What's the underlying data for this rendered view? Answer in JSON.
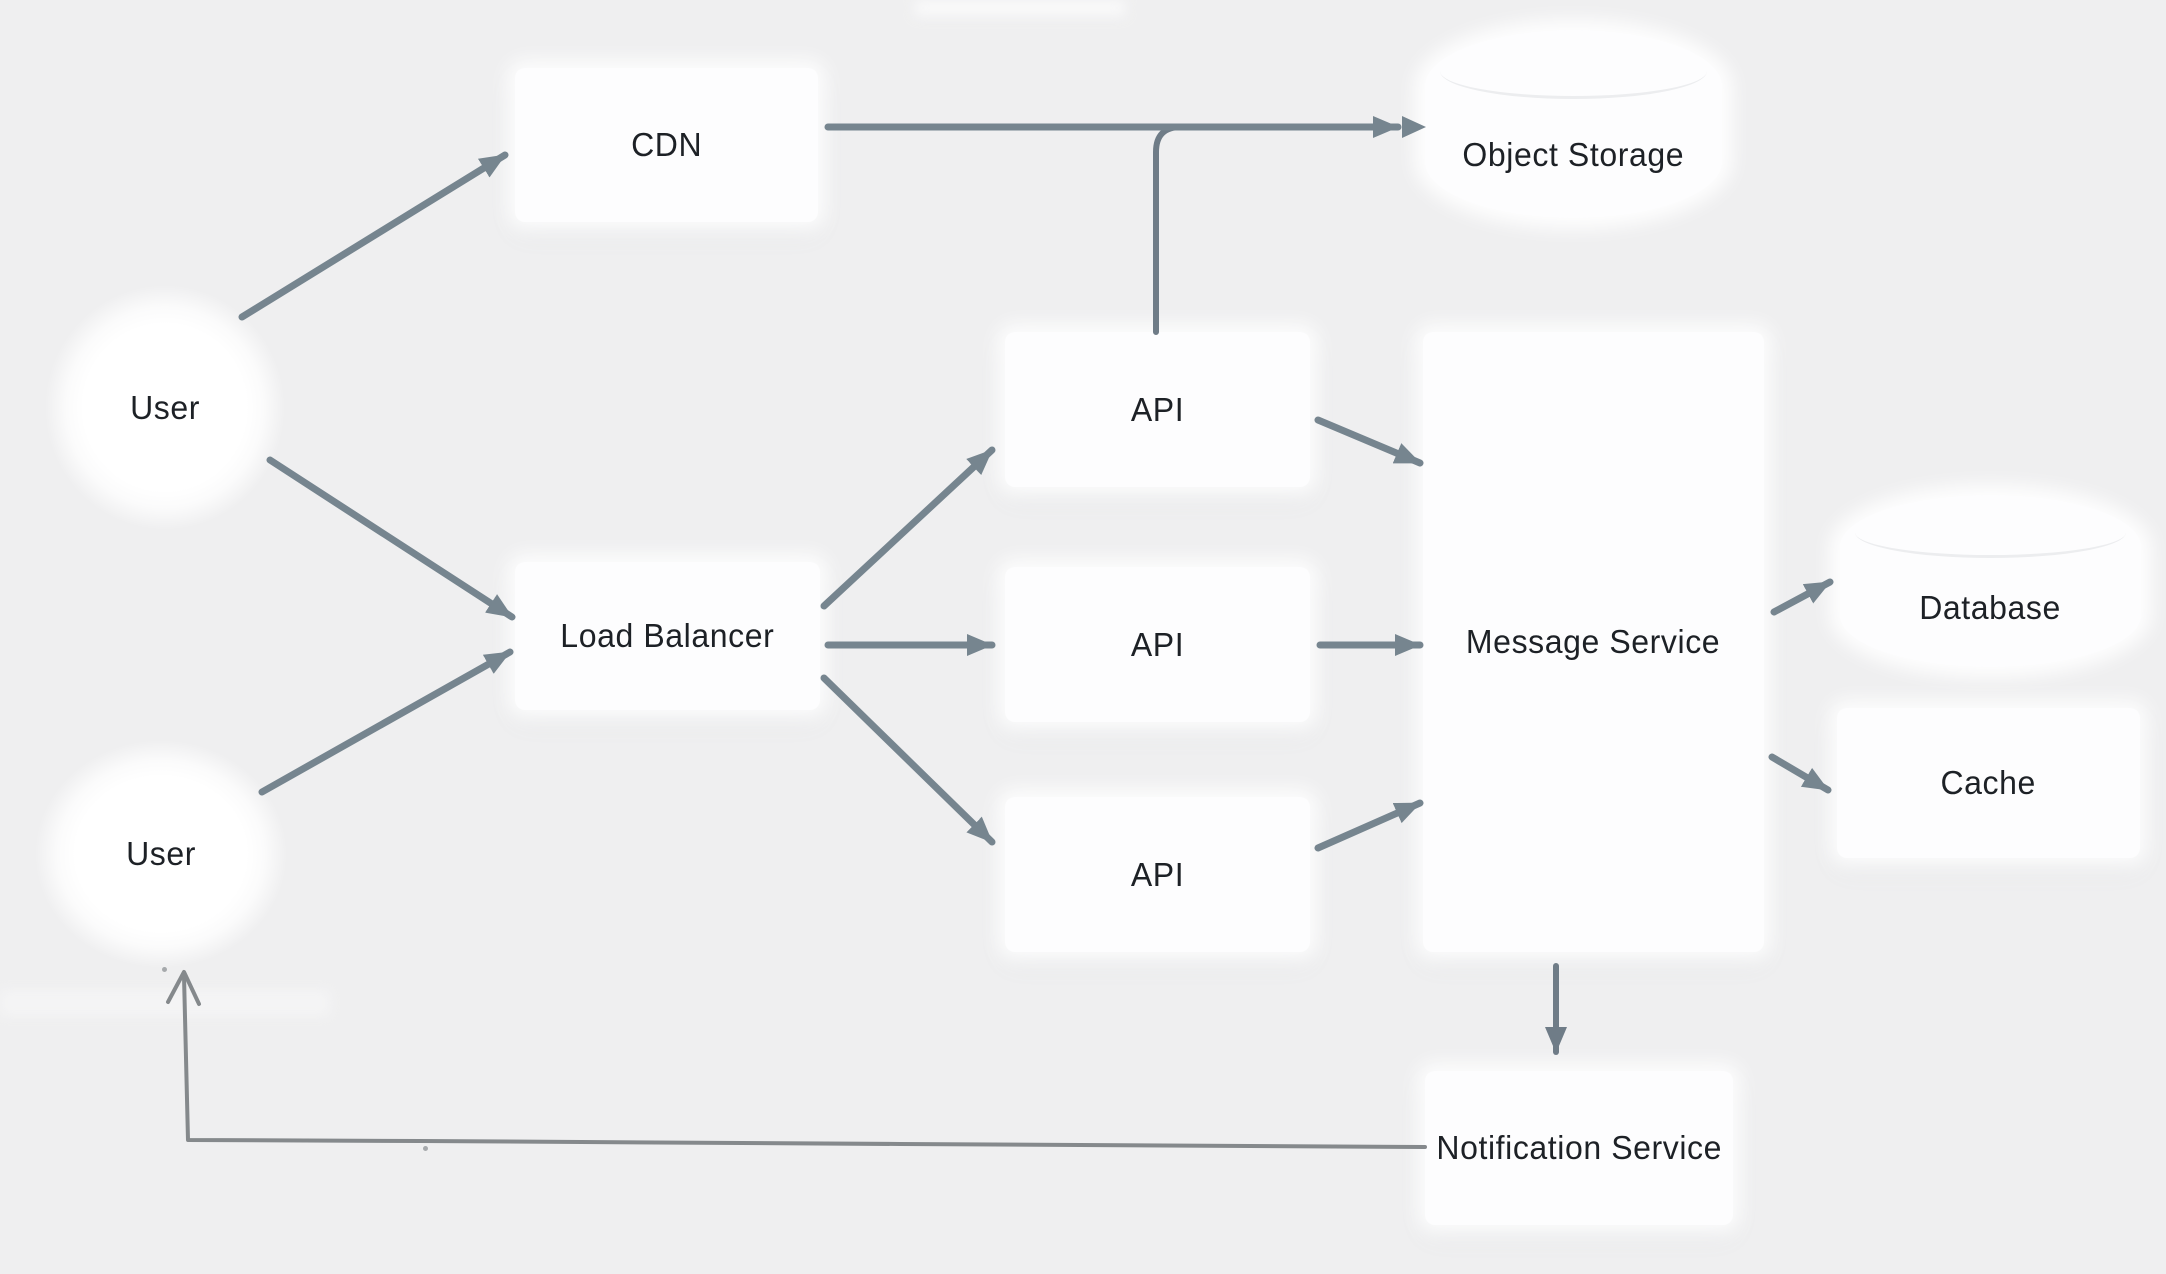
{
  "diagram": {
    "type": "architecture-flow-diagram",
    "nodes": {
      "user1": {
        "label": "User",
        "shape": "circle"
      },
      "user2": {
        "label": "User",
        "shape": "circle"
      },
      "cdn": {
        "label": "CDN",
        "shape": "rect"
      },
      "load_balancer": {
        "label": "Load Balancer",
        "shape": "rect"
      },
      "api1": {
        "label": "API",
        "shape": "rect"
      },
      "api2": {
        "label": "API",
        "shape": "rect"
      },
      "api3": {
        "label": "API",
        "shape": "rect"
      },
      "object_storage": {
        "label": "Object Storage",
        "shape": "cylinder"
      },
      "message_service": {
        "label": "Message Service",
        "shape": "rect"
      },
      "database": {
        "label": "Database",
        "shape": "cylinder"
      },
      "cache": {
        "label": "Cache",
        "shape": "rect"
      },
      "notification_service": {
        "label": "Notification Service",
        "shape": "rect"
      }
    },
    "edges": [
      {
        "from": "user1",
        "to": "cdn"
      },
      {
        "from": "user1",
        "to": "load_balancer"
      },
      {
        "from": "user2",
        "to": "load_balancer"
      },
      {
        "from": "cdn",
        "to": "object_storage"
      },
      {
        "from": "api1",
        "to": "object_storage"
      },
      {
        "from": "load_balancer",
        "to": "api1"
      },
      {
        "from": "load_balancer",
        "to": "api2"
      },
      {
        "from": "load_balancer",
        "to": "api3"
      },
      {
        "from": "api1",
        "to": "message_service"
      },
      {
        "from": "api2",
        "to": "message_service"
      },
      {
        "from": "api3",
        "to": "message_service"
      },
      {
        "from": "message_service",
        "to": "database"
      },
      {
        "from": "message_service",
        "to": "cache"
      },
      {
        "from": "message_service",
        "to": "notification_service"
      },
      {
        "from": "notification_service",
        "to": "user2"
      }
    ],
    "colors": {
      "background": "#efeff0",
      "node_fill": "#fdfdfe",
      "arrow": "#76858F",
      "arrow_feedback": "#85898C",
      "text": "#1d2126"
    }
  }
}
